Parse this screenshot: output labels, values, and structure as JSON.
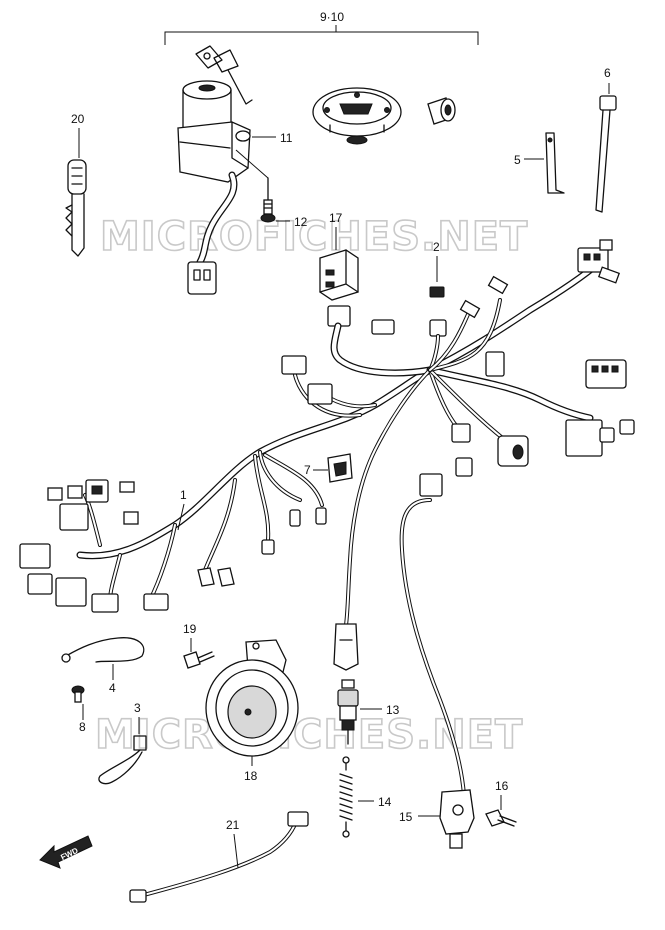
{
  "watermark": {
    "text_top": "MICROFICHES.NET",
    "text_bottom": "MICROFICHES.NET"
  },
  "direction_arrow": {
    "label": "FWD"
  },
  "callouts": {
    "c1": "1",
    "c2": "2",
    "c4": "4",
    "c3": "3",
    "c5": "5",
    "c6": "6",
    "c7": "7",
    "c8": "8",
    "c910": "9·10",
    "c11": "11",
    "c12": "12",
    "c13": "13",
    "c14": "14",
    "c15": "15",
    "c16": "16",
    "c17": "17",
    "c18": "18",
    "c19": "19",
    "c20": "20",
    "c21": "21"
  }
}
